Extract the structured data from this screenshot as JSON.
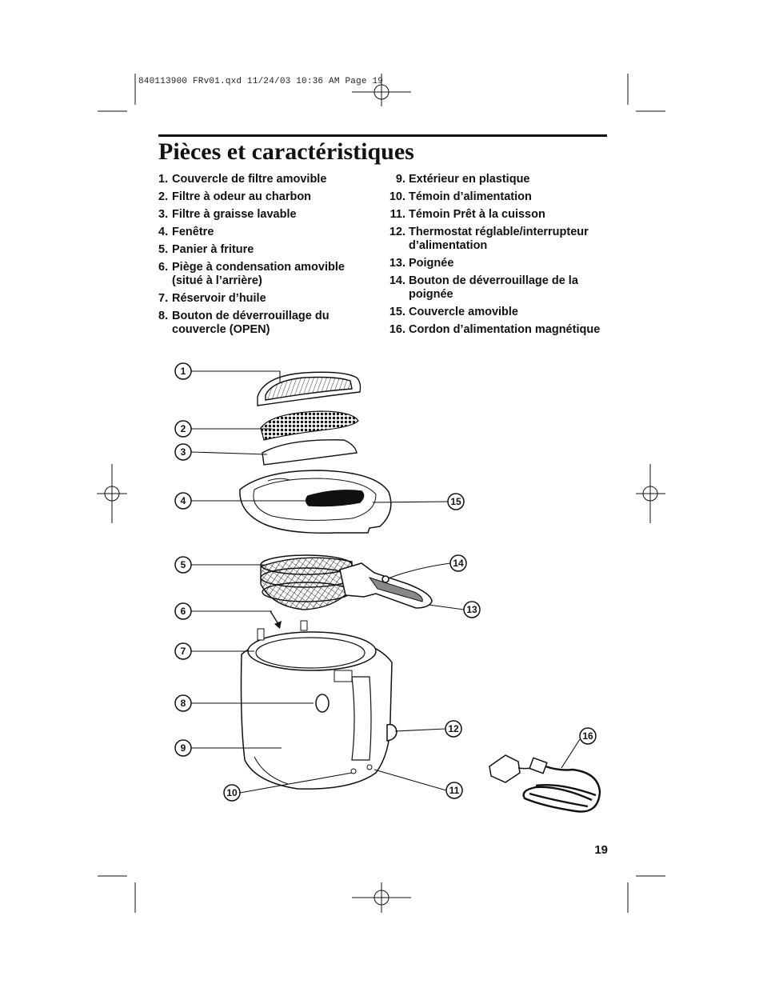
{
  "slug_line": "840113900 FRv01.qxd  11/24/03  10:36 AM  Page 19",
  "title": "Pièces et caractéristiques",
  "parts_left": [
    {
      "num": "1.",
      "text": "Couvercle de filtre amovible"
    },
    {
      "num": "2.",
      "text": "Filtre à odeur au charbon"
    },
    {
      "num": "3.",
      "text": "Filtre à graisse lavable"
    },
    {
      "num": "4.",
      "text": "Fenêtre"
    },
    {
      "num": "5.",
      "text": "Panier à friture"
    },
    {
      "num": "6.",
      "text": "Piège à condensation amovible (situé à l’arrière)"
    },
    {
      "num": "7.",
      "text": "Réservoir d’huile"
    },
    {
      "num": "8.",
      "text": "Bouton de déverrouillage du couvercle (OPEN)"
    }
  ],
  "parts_right": [
    {
      "num": "9.",
      "text": "Extérieur en plastique"
    },
    {
      "num": "10.",
      "text": "Témoin d’alimentation"
    },
    {
      "num": "11.",
      "text": "Témoin Prêt à la cuisson"
    },
    {
      "num": "12.",
      "text": "Thermostat réglable/interrupteur d’alimentation"
    },
    {
      "num": "13.",
      "text": "Poignée"
    },
    {
      "num": "14.",
      "text": "Bouton de déverrouillage de la poignée"
    },
    {
      "num": "15.",
      "text": "Couvercle amovible"
    },
    {
      "num": "16.",
      "text": "Cordon d’alimentation magnétique"
    }
  ],
  "callouts": [
    "1",
    "2",
    "3",
    "4",
    "5",
    "6",
    "7",
    "8",
    "9",
    "10",
    "11",
    "12",
    "13",
    "14",
    "15",
    "16"
  ],
  "page_number": "19"
}
